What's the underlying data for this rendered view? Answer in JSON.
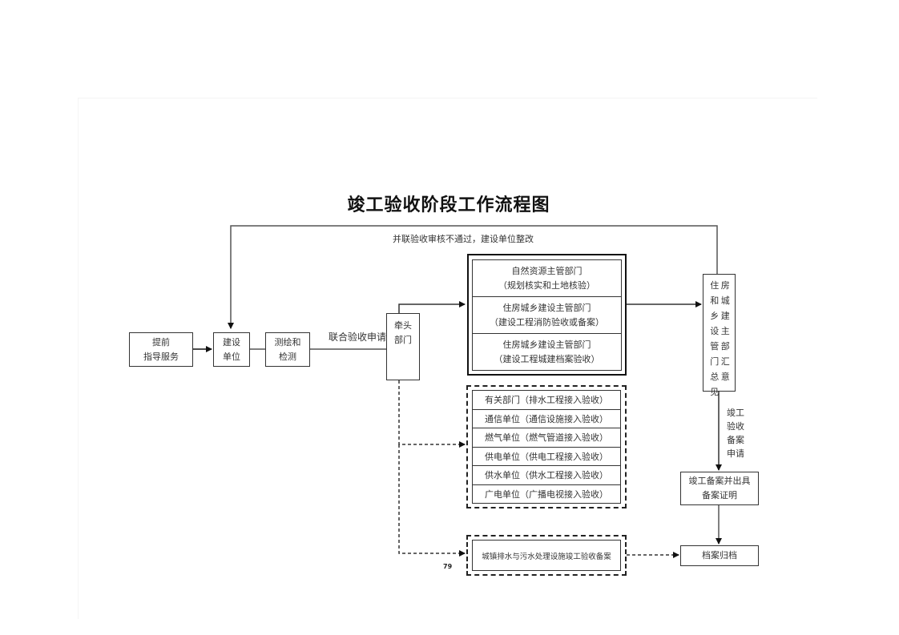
{
  "title": "竣工验收阶段工作流程图",
  "feedback_label": "并联验收审核不通过，建设单位整改",
  "nodes": {
    "advance_service": [
      "提前",
      "指导服务"
    ],
    "construction_unit": [
      "建设",
      "单位"
    ],
    "survey_detect": [
      "测绘和",
      "检测"
    ],
    "joint_application_label": "联合验收申请",
    "lead_dept": [
      "牵头",
      "部门"
    ],
    "parallel_depts": [
      {
        "line1": "自然资源主管部门",
        "line2": "（规划核实和土地核验）"
      },
      {
        "line1": "住房城乡建设主管部门",
        "line2": "（建设工程消防验收或备案）"
      },
      {
        "line1": "住房城乡建设主管部门",
        "line2": "（建设工程城建档案验收）"
      }
    ],
    "utility_units": [
      "有关部门（排水工程接入验收）",
      "通信单位（通信设施接入验收）",
      "燃气单位（燃气管道接入验收）",
      "供电单位（供电工程接入验收）",
      "供水单位（供水工程接入验收）",
      "广电单位（广播电视接入验收）"
    ],
    "drainage_filing": "城镇排水与污水处理设施竣工验收备案",
    "housing_summary": [
      "住",
      "房",
      "和",
      "城",
      "乡",
      "建",
      "设",
      "主",
      "管",
      "部",
      "门",
      "汇",
      "总",
      "意",
      "见"
    ],
    "filing_application_label": [
      "竣工",
      "验收",
      "备案",
      "申请"
    ],
    "filing_certificate": [
      "竣工备案并出具",
      "备案证明"
    ],
    "archive": "档案归档"
  },
  "page_number": "79"
}
